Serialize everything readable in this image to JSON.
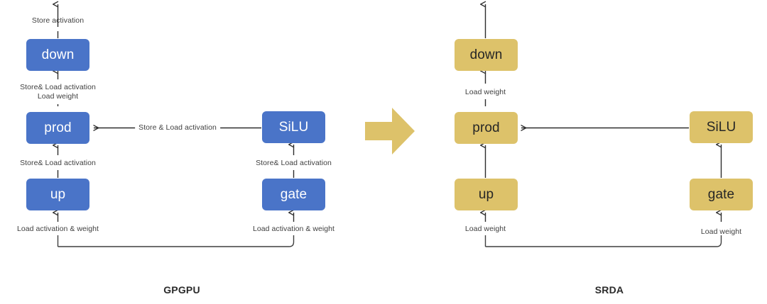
{
  "figure": {
    "type": "diagram",
    "title": "",
    "panels": [
      {
        "id": "gpgpu",
        "caption": "GPGPU",
        "accent_color": "#4a74c8",
        "node_text_color": "#ffffff",
        "nodes": [
          {
            "id": "down",
            "label": "down"
          },
          {
            "id": "prod",
            "label": "prod"
          },
          {
            "id": "up",
            "label": "up"
          },
          {
            "id": "silu",
            "label": "SiLU"
          },
          {
            "id": "gate",
            "label": "gate"
          }
        ],
        "edge_labels": {
          "down_out": "Store activation",
          "prod_down": "Store& Load activation\nLoad weight",
          "up_prod": "Store& Load activation",
          "in_up": "Load activation & weight",
          "silu_prod": "Store & Load activation",
          "gate_silu": "Store& Load activation",
          "in_gate": "Load activation & weight"
        }
      },
      {
        "id": "srda",
        "caption": "SRDA",
        "accent_color": "#ddc26a",
        "node_text_color": "#262626",
        "nodes": [
          {
            "id": "down",
            "label": "down"
          },
          {
            "id": "prod",
            "label": "prod"
          },
          {
            "id": "up",
            "label": "up"
          },
          {
            "id": "silu",
            "label": "SiLU"
          },
          {
            "id": "gate",
            "label": "gate"
          }
        ],
        "edge_labels": {
          "down_out": "",
          "prod_down": "Load weight",
          "up_prod": "",
          "in_up": "Load weight",
          "silu_prod": "",
          "gate_silu": "",
          "in_gate": "Load weight"
        }
      }
    ],
    "transition_arrow": {
      "name": "right-arrow",
      "color": "#ddc26a",
      "direction": "right"
    },
    "line_color": "#3f3f3f"
  }
}
